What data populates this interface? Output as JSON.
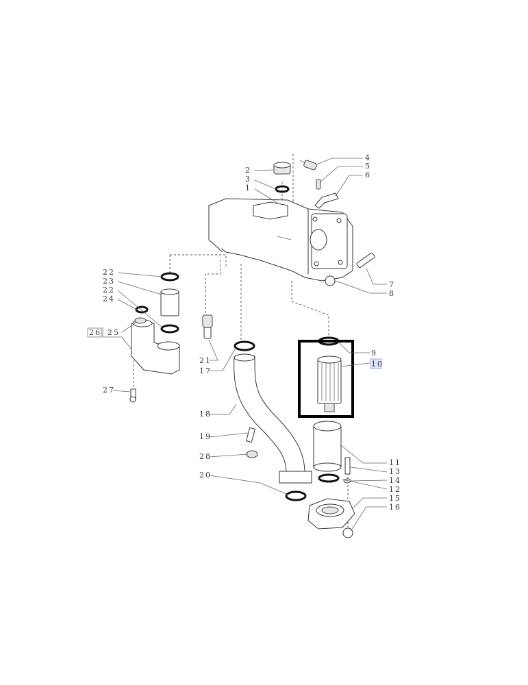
{
  "diagram": {
    "highlight_color": "#000000",
    "label_highlight_color": "#dde4f7",
    "labels": [
      "1",
      "2",
      "3",
      "4",
      "5",
      "6",
      "7",
      "8",
      "9",
      "10",
      "11",
      "13",
      "14",
      "12",
      "15",
      "16",
      "17",
      "18",
      "19",
      "20",
      "21",
      "22",
      "22",
      "23",
      "24",
      "25",
      "26",
      "27",
      "28"
    ]
  }
}
